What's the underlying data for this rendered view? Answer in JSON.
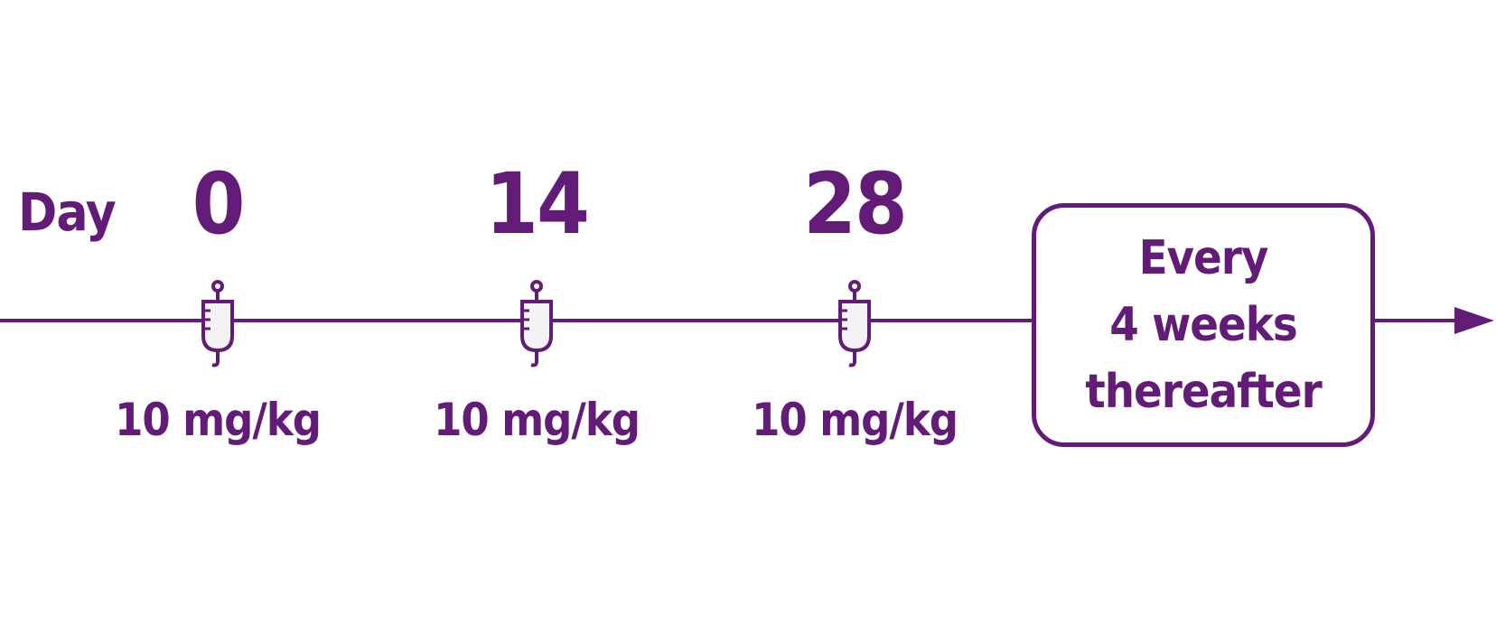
{
  "diagram": {
    "accent_color": "#621b77",
    "day_label": "Day",
    "milestones": [
      {
        "day": "0",
        "dose": "10 mg/kg",
        "icon": "iv-bag-icon"
      },
      {
        "day": "14",
        "dose": "10 mg/kg",
        "icon": "iv-bag-icon"
      },
      {
        "day": "28",
        "dose": "10 mg/kg",
        "icon": "iv-bag-icon"
      }
    ],
    "recurring": {
      "lines": [
        "Every",
        "4 weeks",
        "thereafter"
      ]
    },
    "arrow_icon": "arrow-right-icon"
  }
}
